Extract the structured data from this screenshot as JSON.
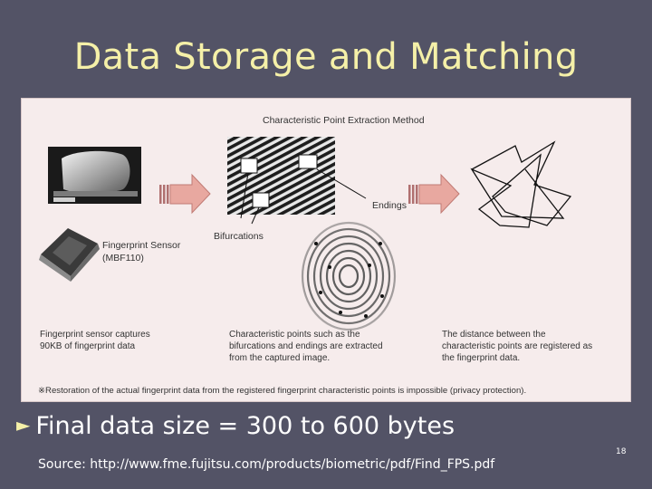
{
  "slide": {
    "title": "Data Storage and Matching",
    "bullet_text": "Final data size = 300 to 600 bytes",
    "source": "Source: http://www.fme.fujitsu.com/products/biometric/pdf/Find_FPS.pdf",
    "page_number": "18"
  },
  "figure": {
    "heading": "Characteristic Point Extraction Method",
    "label_endings": "Endings",
    "label_bifurcations": "Bifurcations",
    "sensor_label_line1": "Fingerprint Sensor",
    "sensor_label_line2": "(MBF110)",
    "caption_1_line1": "Fingerprint sensor captures",
    "caption_1_line2": "90KB of fingerprint data",
    "caption_2_line1": "Characteristic points such as the",
    "caption_2_line2": "bifurcations and endings are extracted",
    "caption_2_line3": "from the captured image.",
    "caption_3_line1": "The distance between the",
    "caption_3_line2": "characteristic points are registered as",
    "caption_3_line3": "the fingerprint data.",
    "footnote": "※Restoration of the actual fingerprint data from the registered fingerprint characteristic points is impossible (privacy protection)."
  },
  "colors": {
    "background": "#535366",
    "title": "#f5f0a8",
    "panel": "#f6ecec",
    "arrow_fill": "#e8a8a0"
  },
  "icons": {
    "bullet": "triangle-right-icon"
  }
}
